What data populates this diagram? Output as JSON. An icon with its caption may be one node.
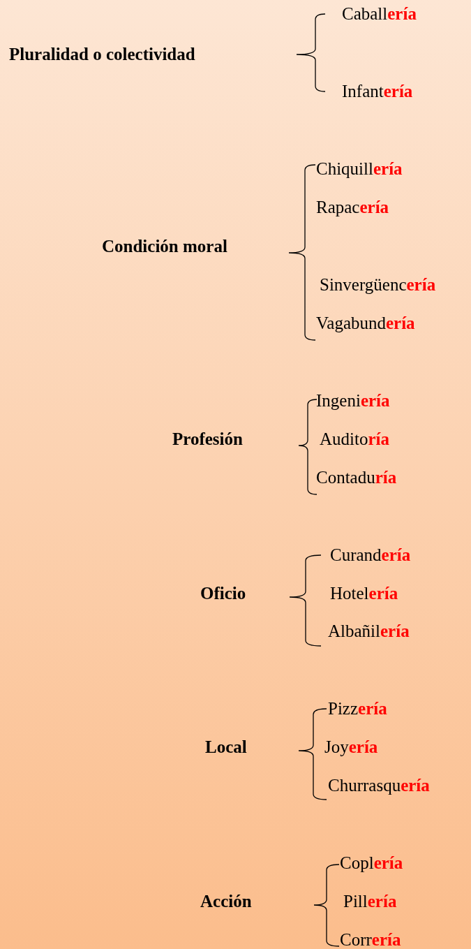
{
  "diagram": {
    "labels": [
      "Pluralidad o colectividad",
      "Caball**ería**",
      "Infant**ería**",
      "Condición moral",
      "Chiquill**ería**",
      "Rapac**ería**",
      "Sinvergüenc**ería**",
      "Vagabund**ería**",
      "Profesión",
      "Ingeni**ería**",
      "Audito**ría**",
      "Contadu**ría**",
      "Oficio",
      "Curand**ería**",
      "Hotel**ería**",
      "Albañil**ería**",
      "Local",
      "Pizz**ería**",
      "Joy**ería**",
      "Churrasqu**ería**",
      "Acción",
      "Copl**ería**",
      "Pill**ería**",
      "Corr**ería**"
    ]
  }
}
